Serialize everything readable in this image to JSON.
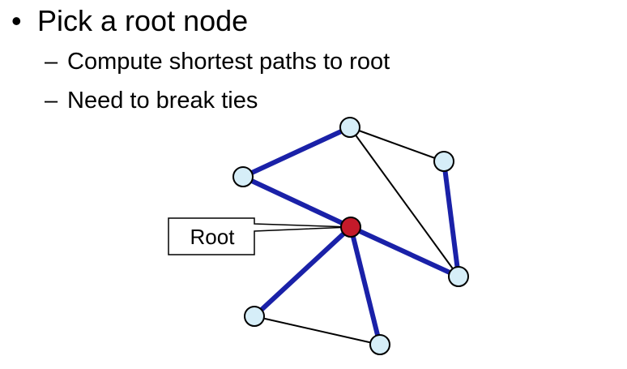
{
  "bullets": {
    "main": "Pick a root node",
    "sub": [
      "Compute shortest paths to root",
      "Need to break ties"
    ]
  },
  "diagram": {
    "root_label": "Root",
    "colors": {
      "tree_edge": "#1a21a8",
      "plain_edge": "#000000",
      "node_fill": "#d6eef8",
      "root_fill": "#c41a2a",
      "node_stroke": "#000000"
    }
  }
}
